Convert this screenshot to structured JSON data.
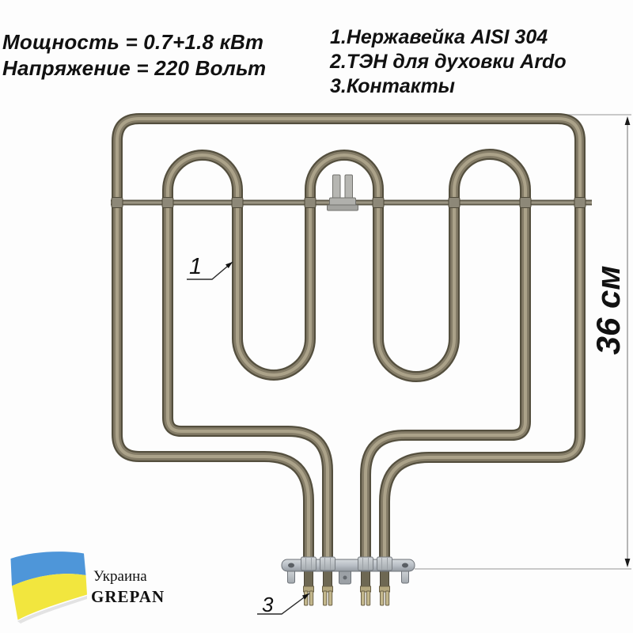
{
  "specs": {
    "power": "Мощность = 0.7+1.8 кВт",
    "voltage": "Напряжение = 220 Вольт"
  },
  "legend": {
    "items": [
      "1.Нержавейка AISI 304",
      "2.ТЭН для духовки Ardo",
      "3.Контакты"
    ]
  },
  "dimension": {
    "label": "36 см"
  },
  "callouts": {
    "tube_number": "1",
    "contacts_number": "3"
  },
  "branding": {
    "country": "Украина",
    "brand": "GREPAN"
  },
  "colors": {
    "tube_outline": "#544f3e",
    "tube_body": "#857d68",
    "tube_highlight": "#aba289",
    "rod": "#5c5747",
    "plate_steel": "#bcc2c8",
    "terminal_brass": "#c3b78c",
    "flag_blue": "#4e96d9",
    "flag_yellow": "#f2e63e",
    "text": "#111111"
  }
}
